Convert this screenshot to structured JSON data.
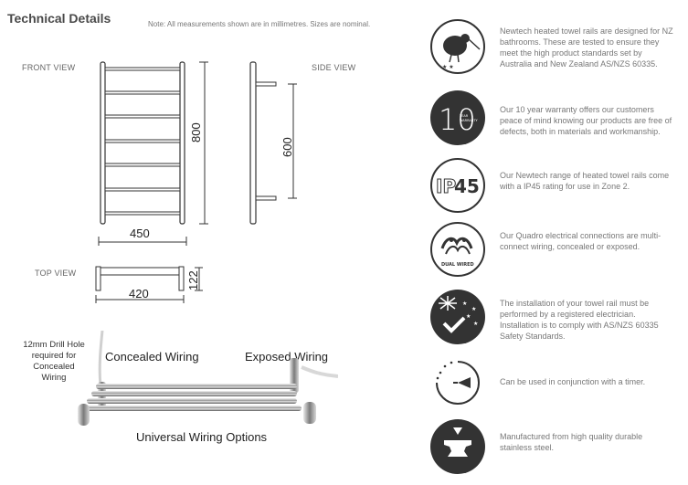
{
  "header": {
    "title": "Technical Details",
    "note": "Note: All measurements shown are in millimetres. Sizes are nominal."
  },
  "views": {
    "front": "FRONT VIEW",
    "side": "SIDE VIEW",
    "top": "TOP VIEW"
  },
  "dimensions": {
    "front_height": "800",
    "front_width": "450",
    "side_height": "600",
    "top_width": "420",
    "top_depth": "122"
  },
  "wiring": {
    "drill_note": "12mm Drill Hole required for Concealed Wiring",
    "concealed": "Concealed Wiring",
    "exposed": "Exposed Wiring",
    "universal": "Universal Wiring Options"
  },
  "features": [
    {
      "icon": "kiwi-icon",
      "text": "Newtech heated towel rails are designed for NZ bathrooms. These are tested to ensure they meet the high product standards set by Australia and New Zealand AS/NZS 60335."
    },
    {
      "icon": "warranty-10-year-icon",
      "text": "Our 10 year warranty offers our customers peace of mind knowing our products are free of defects, both in materials and workmanship."
    },
    {
      "icon": "ip45-icon",
      "text": "Our Newtech range of heated towel rails come with a IP45 rating for use in Zone 2."
    },
    {
      "icon": "dual-wired-icon",
      "text": "Our Quadro electrical connections are multi-connect wiring, concealed or exposed."
    },
    {
      "icon": "nz-flag-check-icon",
      "text": "The installation of your towel rail must be performed by a registered electrician. Installation is to comply with AS/NZS 60335 Safety Standards."
    },
    {
      "icon": "timer-icon",
      "text": "Can be used in conjunction with a timer."
    },
    {
      "icon": "anvil-icon",
      "text": "Manufactured from high quality durable stainless steel."
    }
  ],
  "icon_text": {
    "warranty_big": "10",
    "warranty_small_1": "YEAR",
    "warranty_small_2": "WARRANTY",
    "ip_prefix": "IP",
    "ip_num": "45",
    "dual": "DUAL WIRED"
  }
}
